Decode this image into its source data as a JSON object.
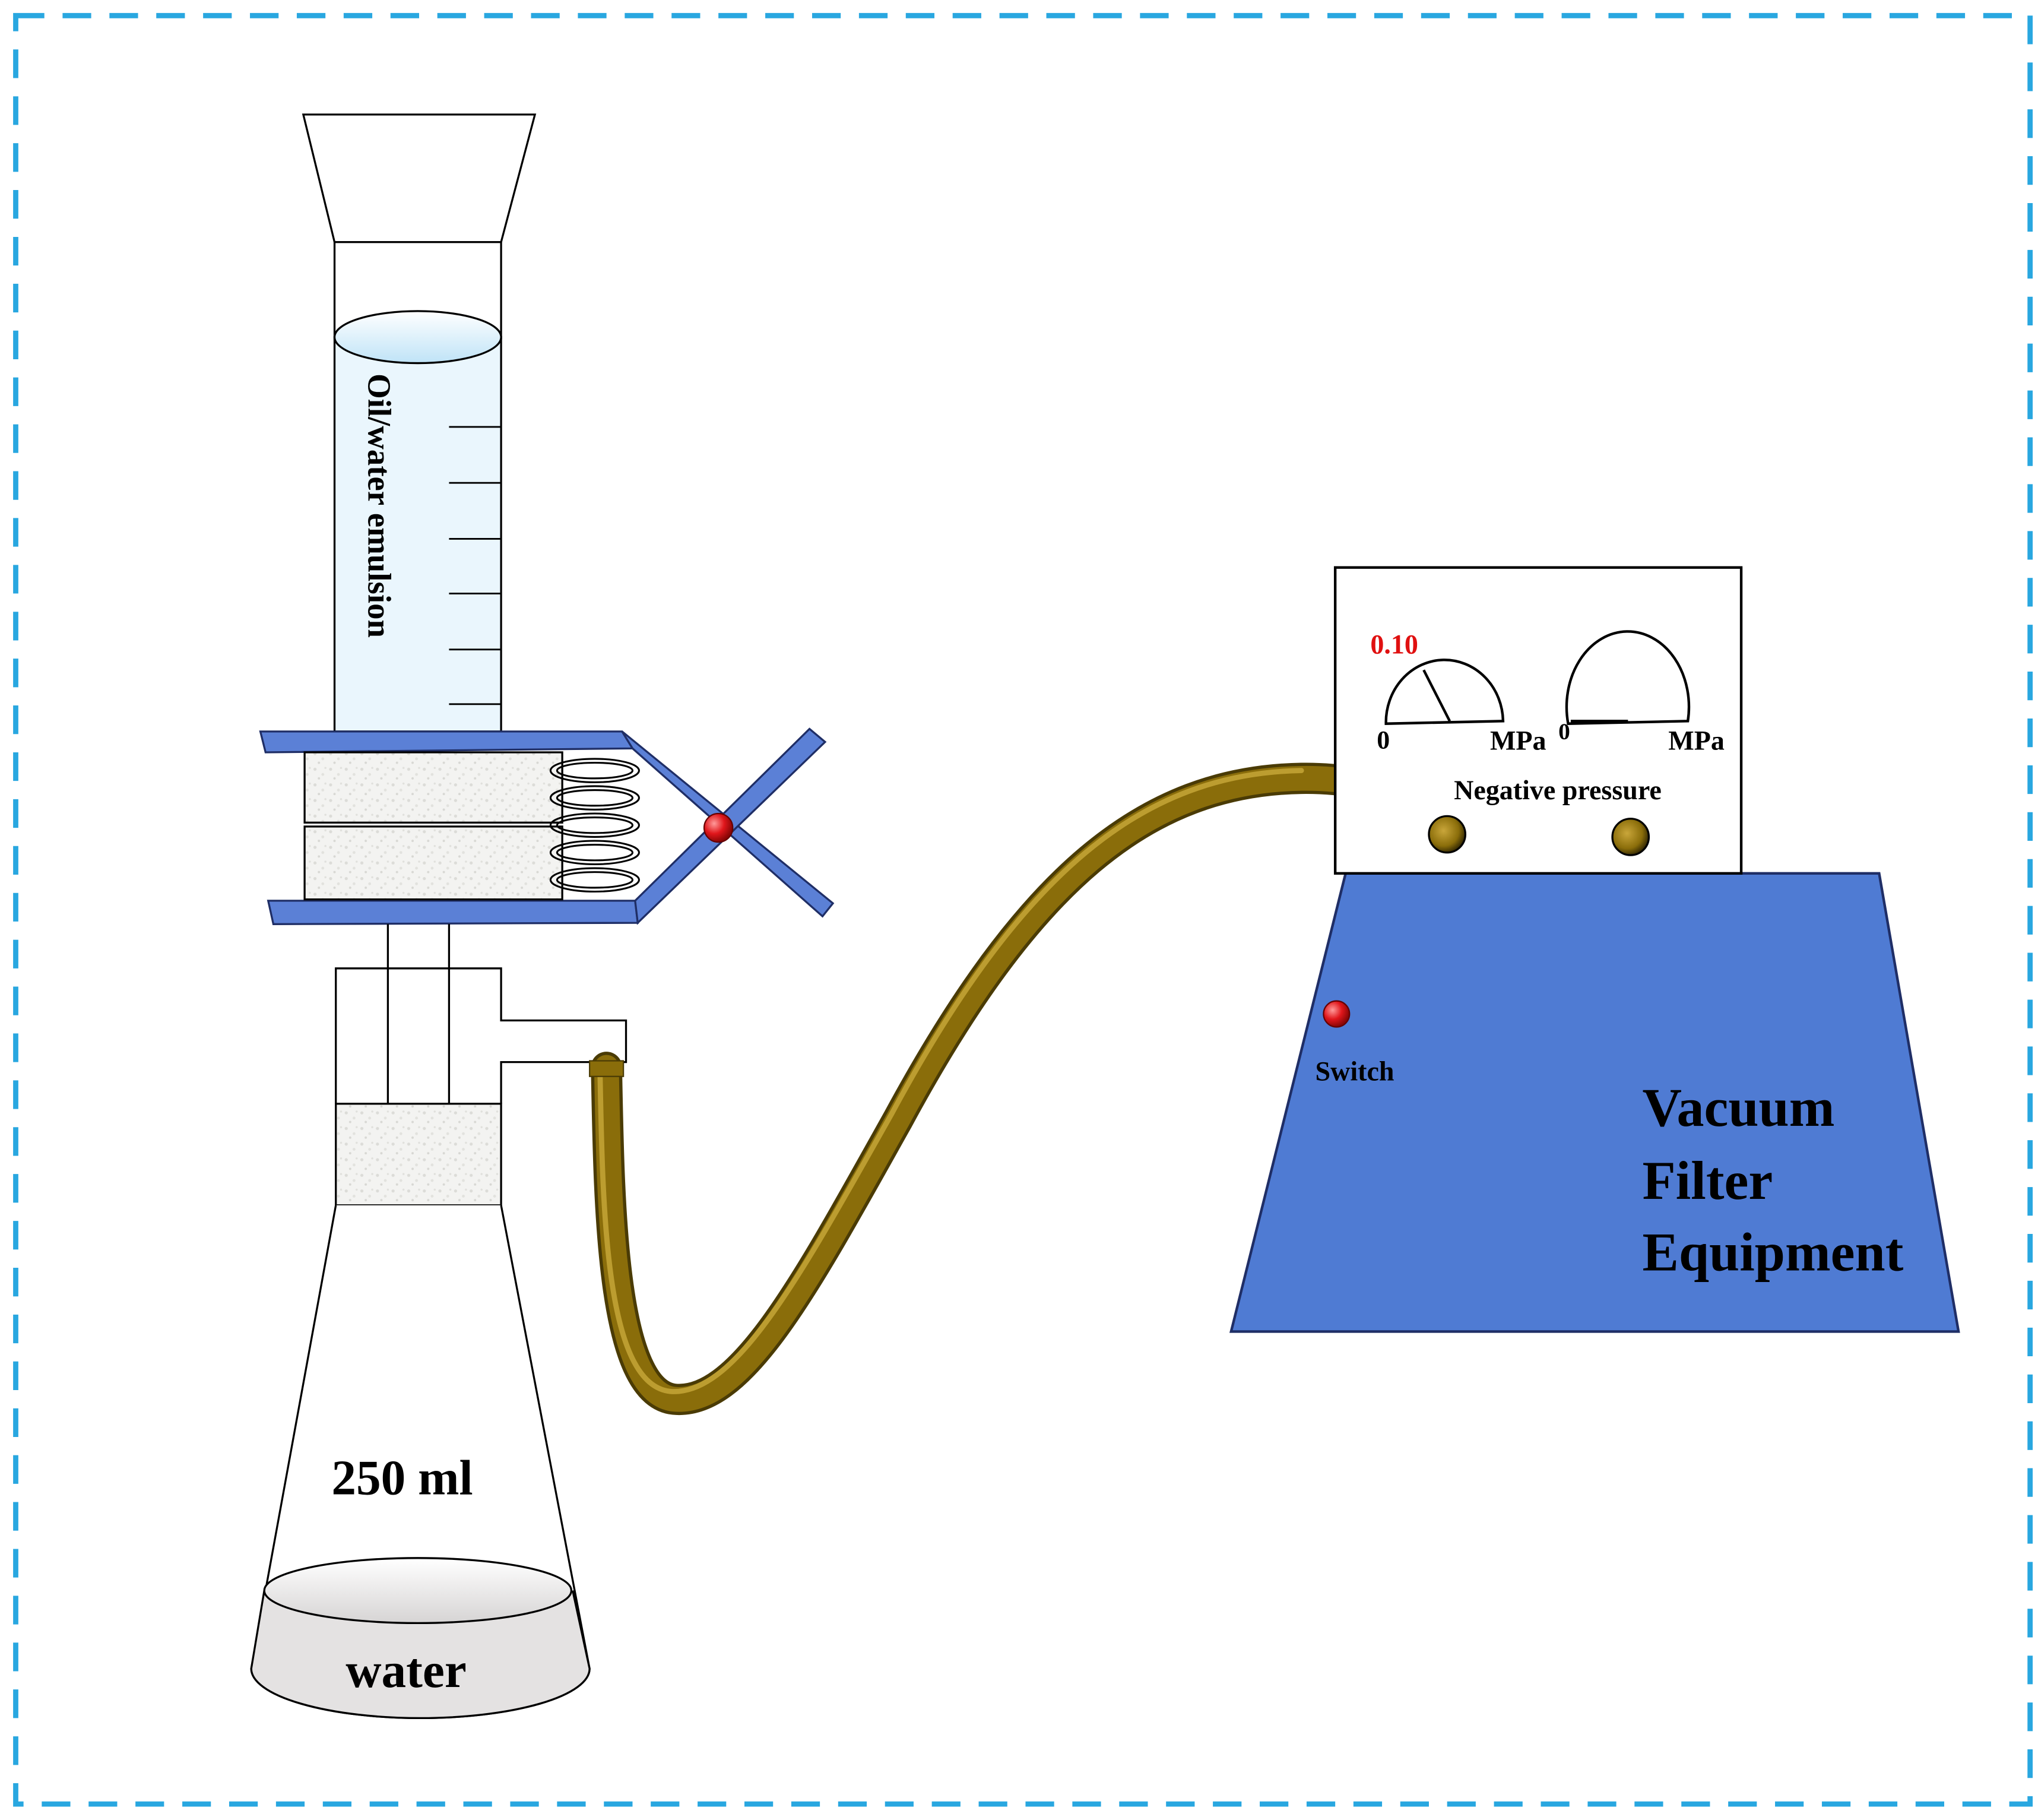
{
  "labels": {
    "cylinder_text": "Oil/water emulsion",
    "flask_volume": "250 ml",
    "flask_liquid": "water",
    "gauge_left_reading": "0.10",
    "gauge_left_zero": "0",
    "gauge_left_unit": "MPa",
    "gauge_right_zero": "0",
    "gauge_right_unit": "MPa",
    "panel_title": "Negative pressure",
    "switch_label": "Switch",
    "equipment_line1": "Vacuum",
    "equipment_line2": "Filter",
    "equipment_line3": "Equipment"
  },
  "gauges": {
    "left_needle_fraction": 0.35,
    "right_needle_fraction": 0.0
  },
  "colors": {
    "frame_dash": "#29a7e0",
    "clamp_blue": "#5b80d6",
    "equipment_blue": "#4f7bd3",
    "tube_olive": "#8a6d0a",
    "liquid_blue": "#eaf6fd",
    "water_gray": "#e4e2e2",
    "indicator_red": "#e0161b",
    "reading_red": "#e01010"
  },
  "icons": [
    "clamp-screw-icon",
    "switch-light-icon",
    "water-drop-icon",
    "pressure-gauge-icon",
    "vacuum-port-icon"
  ]
}
